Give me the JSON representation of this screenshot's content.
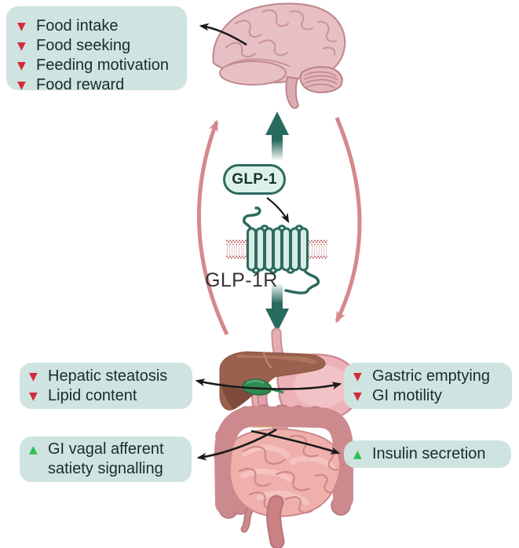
{
  "pill": {
    "label": "GLP-1"
  },
  "receptor": {
    "label": "GLP-1R"
  },
  "boxes": {
    "brain_effects": {
      "items": [
        {
          "dir": "down",
          "glyph": "▼",
          "label": "Food intake"
        },
        {
          "dir": "down",
          "glyph": "▼",
          "label": "Food seeking"
        },
        {
          "dir": "down",
          "glyph": "▼",
          "label": "Feeding motivation"
        },
        {
          "dir": "down",
          "glyph": "▼",
          "label": "Food reward"
        }
      ]
    },
    "hepatic": {
      "items": [
        {
          "dir": "down",
          "glyph": "▼",
          "label": "Hepatic steatosis"
        },
        {
          "dir": "down",
          "glyph": "▼",
          "label": "Lipid content"
        }
      ]
    },
    "vagal": {
      "items": [
        {
          "dir": "up",
          "glyph": "▲",
          "label": "GI vagal afferent"
        },
        {
          "dir": "none",
          "glyph": "",
          "label": "satiety signalling"
        }
      ]
    },
    "gastric": {
      "items": [
        {
          "dir": "down",
          "glyph": "▼",
          "label": "Gastric emptying"
        },
        {
          "dir": "down",
          "glyph": "▼",
          "label": "GI motility"
        }
      ]
    },
    "insulin": {
      "items": [
        {
          "dir": "up",
          "glyph": "▲",
          "label": "Insulin secretion"
        }
      ]
    }
  },
  "palette": {
    "box_bg": "#cfe4e0",
    "text": "#1c2b2b",
    "decrease_red": "#d6293b",
    "increase_green": "#2ec151",
    "teal_arrow": "#286a5e",
    "pink_feedback_arrow": "#d5898d",
    "black_arrow": "#1a1a1a",
    "brain_pink": "#e7c0c5",
    "liver_brown": "#9a614e",
    "gallbladder_green": "#2f8a52",
    "stomach_pink": "#ecb2b7",
    "pancreas_yellow": "#f1d5a6",
    "colon_pink": "#cd8a8e",
    "intestine_pink": "#efb0ac",
    "membrane_red": "#b5464e",
    "receptor_outline": "#2c6b5e",
    "receptor_fill": "#d8ece6"
  }
}
